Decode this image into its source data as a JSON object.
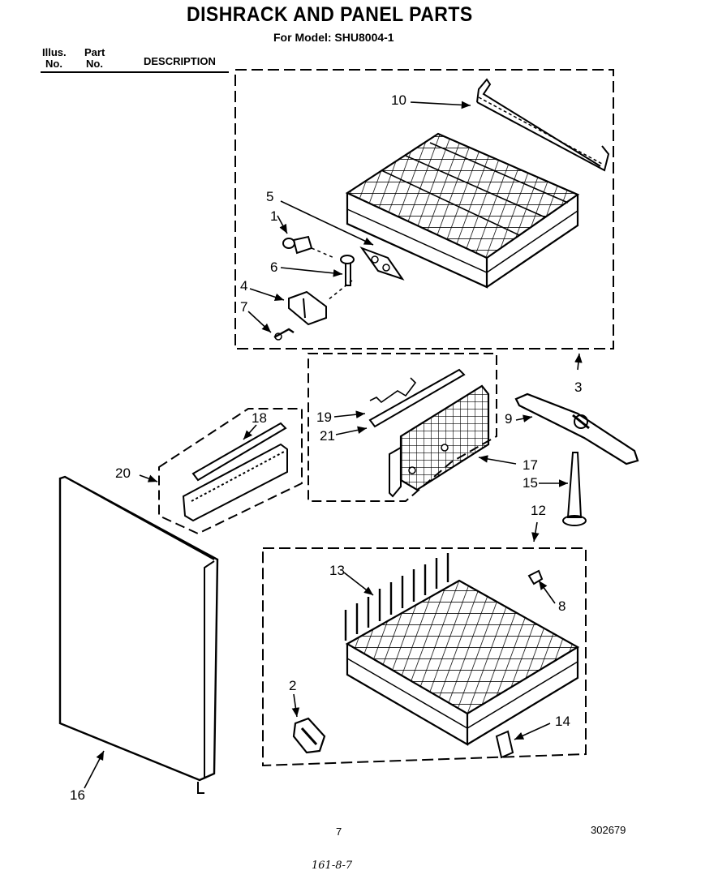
{
  "title": "DISHRACK AND PANEL PARTS",
  "subtitle": "For Model: SHU8004-1",
  "header": {
    "illus_line1": "Illus.",
    "illus_line2": "No.",
    "part_line1": "Part",
    "part_line2": "No.",
    "description": "DESCRIPTION"
  },
  "callouts": [
    "1",
    "2",
    "3",
    "4",
    "5",
    "6",
    "7",
    "8",
    "9",
    "10",
    "12",
    "13",
    "14",
    "15",
    "16",
    "17",
    "18",
    "19",
    "20",
    "21"
  ],
  "footer": {
    "page_number": "7",
    "doc_number": "302679",
    "handwritten": "161-8-7"
  }
}
